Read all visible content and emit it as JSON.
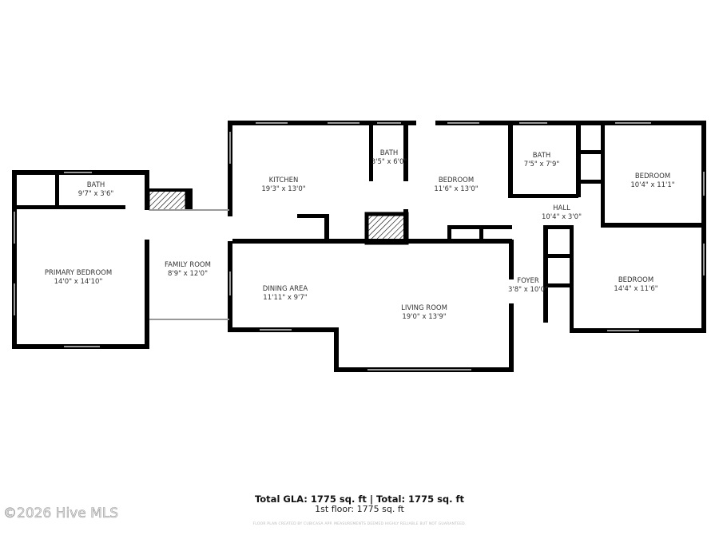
{
  "rooms": [
    {
      "name": "BATH",
      "dims": "9'7\" x 3'6\""
    },
    {
      "name": "PRIMARY BEDROOM",
      "dims": "14'0\" x 14'10\""
    },
    {
      "name": "FAMILY ROOM",
      "dims": "8'9\" x 12'0\""
    },
    {
      "name": "KITCHEN",
      "dims": "19'3\" x 13'0\""
    },
    {
      "name": "BATH",
      "dims": "3'5\" x 6'0\""
    },
    {
      "name": "BEDROOM",
      "dims": "11'6\" x 13'0\""
    },
    {
      "name": "BATH",
      "dims": "7'5\" x 7'9\""
    },
    {
      "name": "BEDROOM",
      "dims": "10'4\" x 11'1\""
    },
    {
      "name": "HALL",
      "dims": "10'4\" x 3'0\""
    },
    {
      "name": "DINING AREA",
      "dims": "11'11\" x 9'7\""
    },
    {
      "name": "LIVING ROOM",
      "dims": "19'0\" x 13'9\""
    },
    {
      "name": "FOYER",
      "dims": "3'8\" x 10'0\""
    },
    {
      "name": "BEDROOM",
      "dims": "14'4\" x 11'6\""
    }
  ],
  "footer": {
    "totals": "Total GLA: 1775 sq. ft | Total: 1775 sq. ft",
    "floor": "1st floor: 1775 sq. ft",
    "disclaimer": "FLOOR PLAN CREATED BY CUBICASA APP. MEASUREMENTS DEEMED HIGHLY RELIABLE BUT NOT GUARANTEED."
  },
  "watermark": "©2026 Hive MLS",
  "colors": {
    "wall": "#000000",
    "window": "#999999"
  }
}
